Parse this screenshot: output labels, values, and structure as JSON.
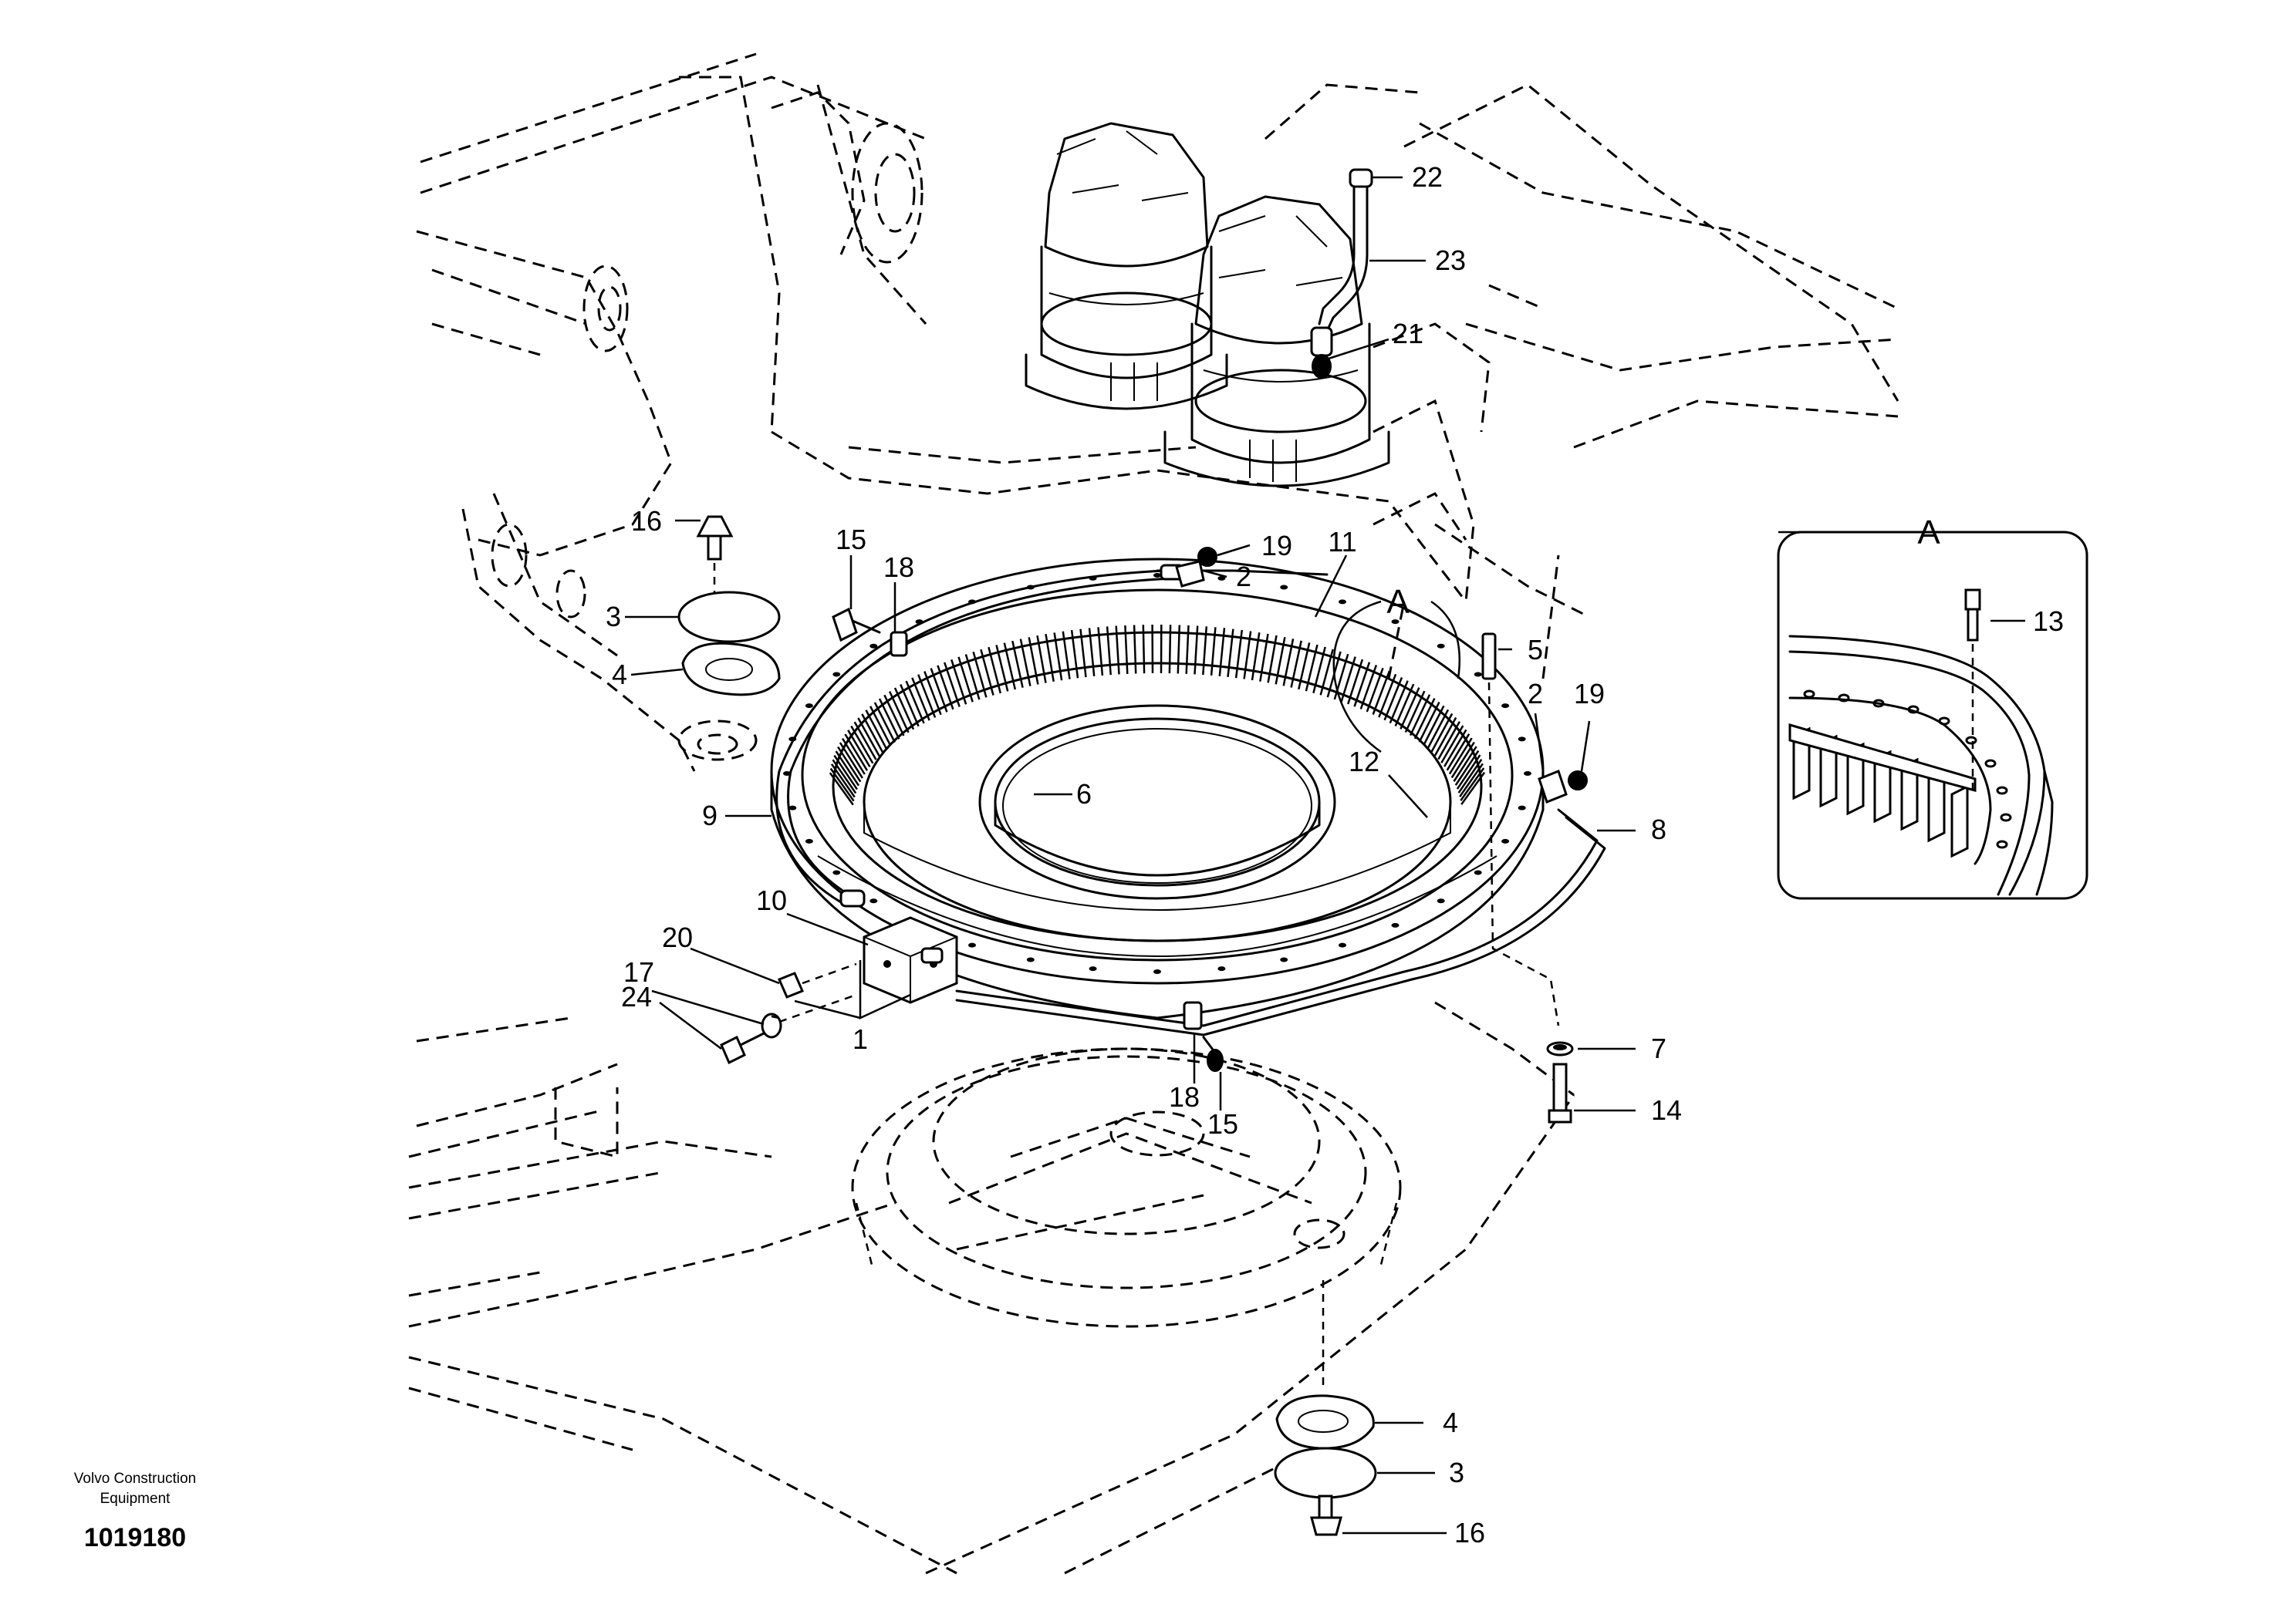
{
  "company_line1": "Volvo Construction",
  "company_line2": "Equipment",
  "drawing_number": "1019180",
  "detail_label": "A",
  "view_marker": "A",
  "callouts": {
    "c1": "1",
    "c2a": "2",
    "c2b": "2",
    "c3a": "3",
    "c3b": "3",
    "c4a": "4",
    "c4b": "4",
    "c5": "5",
    "c6": "6",
    "c7": "7",
    "c8": "8",
    "c9": "9",
    "c10": "10",
    "c11": "11",
    "c12": "12",
    "c13": "13",
    "c14": "14",
    "c15a": "15",
    "c15b": "15",
    "c16a": "16",
    "c16b": "16",
    "c17": "17",
    "c18a": "18",
    "c18b": "18",
    "c19a": "19",
    "c19b": "19",
    "c20": "20",
    "c21": "21",
    "c22": "22",
    "c23": "23",
    "c24": "24"
  }
}
